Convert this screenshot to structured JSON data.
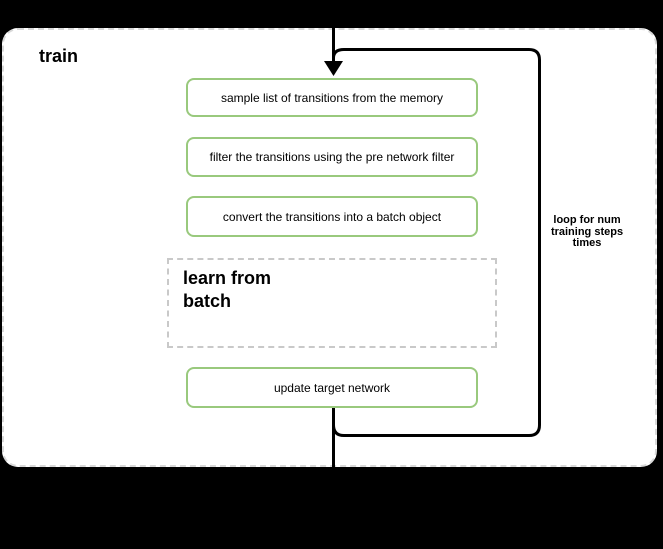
{
  "diagram": {
    "title": "train",
    "steps": [
      {
        "label": "sample list of transitions from the memory"
      },
      {
        "label": "filter the transitions using the pre network filter"
      },
      {
        "label": "convert the transitions into a batch object"
      }
    ],
    "subprocess": {
      "label": "learn from batch"
    },
    "final_step": {
      "label": "update target network"
    },
    "loop_annotation": "loop for num training steps times"
  },
  "colors": {
    "green": "#99c97d",
    "container_dash": "#d9d9d9",
    "sub_dash": "#c9c9c9",
    "line": "#000000",
    "surface": "#ffffff",
    "bg": "#000000"
  }
}
